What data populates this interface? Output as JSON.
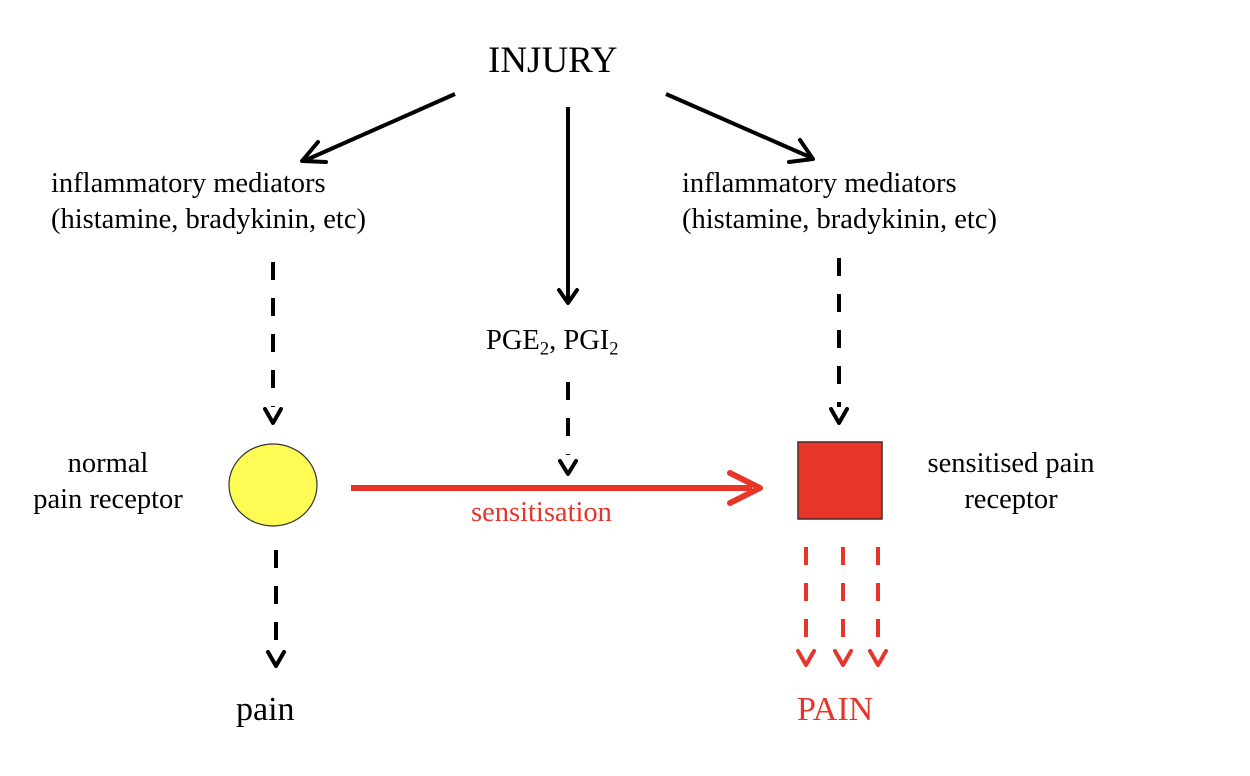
{
  "diagram": {
    "title": "INJURY",
    "left_mediators": {
      "line1": "inflammatory mediators",
      "line2": "(histamine, bradykinin, etc)"
    },
    "right_mediators": {
      "line1": "inflammatory mediators",
      "line2": "(histamine, bradykinin, etc)"
    },
    "prostaglandins": {
      "pge": "PGE",
      "pge_sub": "2",
      "separator": ", ",
      "pgi": "PGI",
      "pgi_sub": "2"
    },
    "normal_receptor": {
      "line1": "normal",
      "line2": "pain receptor"
    },
    "sensitised_receptor": {
      "line1": "sensitised pain",
      "line2": "receptor"
    },
    "sensitisation_label": "sensitisation",
    "outcome_normal": "pain",
    "outcome_sensitised": "PAIN"
  },
  "colors": {
    "accent_red": "#e8352a",
    "normal_receptor_fill": "#fdfb54",
    "sensitised_receptor_fill": "#e8352a",
    "arrow_black": "#000000"
  }
}
